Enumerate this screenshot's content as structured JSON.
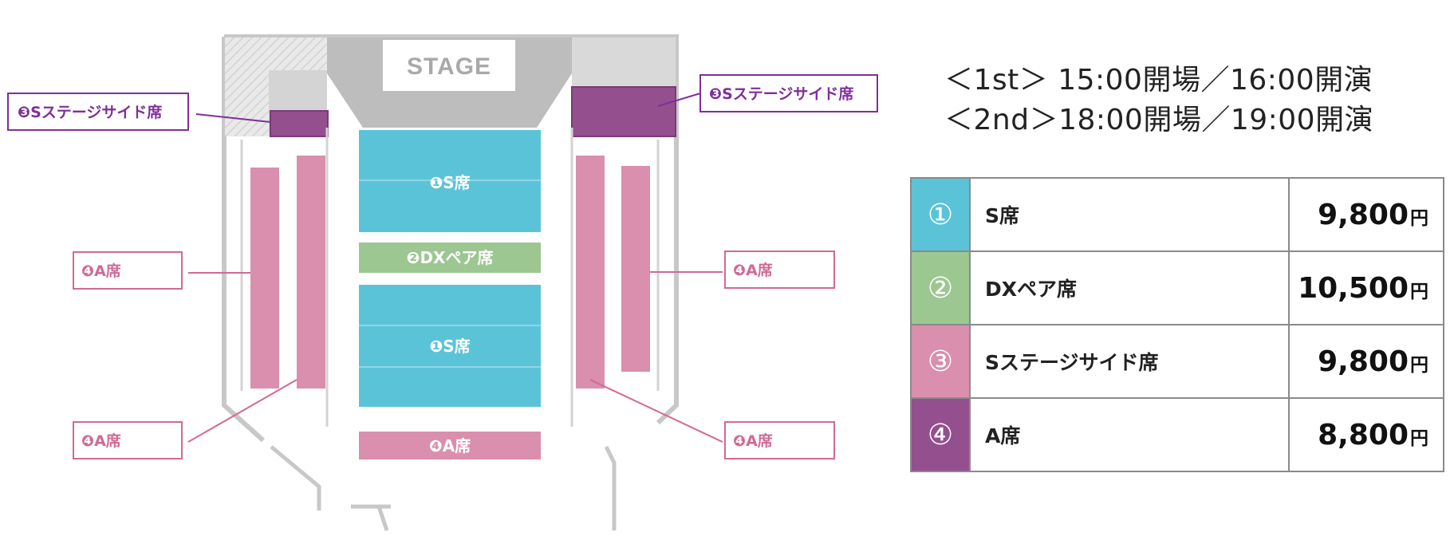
{
  "stage": {
    "label": "STAGE"
  },
  "zones": {
    "s_upper": "❶S席",
    "dx": "❷DXペア席",
    "s_lower": "❶S席",
    "a_bottom": "❹A席"
  },
  "callouts": {
    "stage_side_left": "❸Sステージサイド席",
    "stage_side_right": "❸Sステージサイド席",
    "a_left_mid": "❹A席",
    "a_right_mid": "❹A席",
    "a_left_low": "❹A席",
    "a_right_low": "❹A席"
  },
  "schedule": {
    "first": "＜1st＞ 15:00開場／16:00開演",
    "second": "＜2nd＞18:00開場／19:00開演"
  },
  "prices": [
    {
      "num": "①",
      "name": "S席",
      "amount": "9,800",
      "unit": "円",
      "color": "#5bc3d8"
    },
    {
      "num": "②",
      "name": "DXペア席",
      "amount": "10,500",
      "unit": "円",
      "color": "#9cc791"
    },
    {
      "num": "③",
      "name": "Sステージサイド席",
      "amount": "9,800",
      "unit": "円",
      "color": "#d98fad"
    },
    {
      "num": "④",
      "name": "A席",
      "amount": "8,800",
      "unit": "円",
      "color": "#944f8f"
    }
  ],
  "colors": {
    "s_seat": "#5bc3d8",
    "dx_seat": "#9cc791",
    "a_seat": "#d98fad",
    "stage_side": "#944f8f",
    "callout_pink": "#d06a95",
    "callout_purple": "#7f2f99",
    "wall": "#c4c4c4"
  }
}
